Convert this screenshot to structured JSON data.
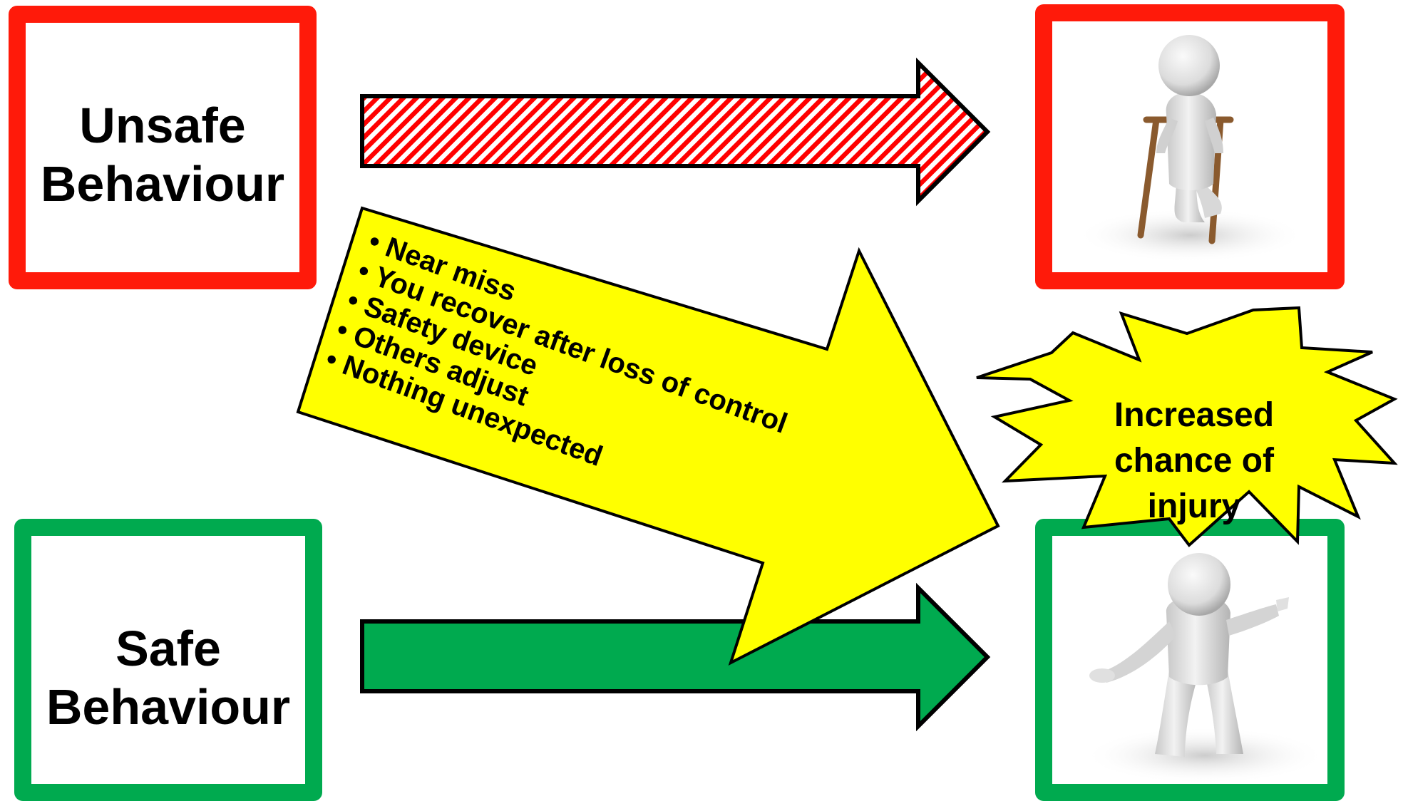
{
  "unsafe_box": {
    "line1": "Unsafe",
    "line2": "Behaviour",
    "border_color": "#ff1a0a"
  },
  "safe_box": {
    "line1": "Safe",
    "line2": "Behaviour",
    "border_color": "#00aa4f"
  },
  "unsafe_arrow": {
    "pattern": "red-white-diagonal-stripes",
    "color": "#ff0000"
  },
  "safe_arrow": {
    "fill": "#00aa4f"
  },
  "outcome_arrow": {
    "fill": "#ffff00",
    "bullets": [
      "• Near miss",
      "• You recover after loss of control",
      "• Safety device",
      "• Others adjust",
      "• Nothing unexpected"
    ]
  },
  "injury_burst": {
    "line1": "Increased",
    "line2": "chance of",
    "line3": "injury",
    "fill": "#ffff00"
  },
  "injured_figure": {
    "icon": "person-on-crutches-icon",
    "border_color": "#ff1a0a"
  },
  "ok_figure": {
    "icon": "person-shrugging-icon",
    "border_color": "#00aa4f"
  }
}
